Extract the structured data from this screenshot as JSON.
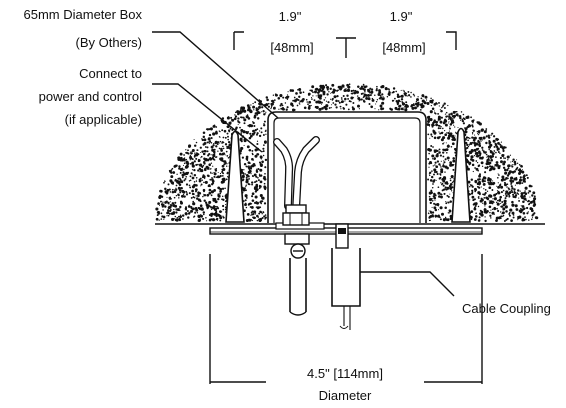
{
  "labels": {
    "box_line1": "65mm Diameter Box",
    "box_line2": "(By Others)",
    "connect_line1": "Connect to",
    "connect_line2": "power and control",
    "connect_line3": "(if applicable)",
    "dim_left_in": "1.9\"",
    "dim_left_mm": "[48mm]",
    "dim_right_in": "1.9\"",
    "dim_right_mm": "[48mm]",
    "cable_coupling": "Cable Coupling",
    "diameter_value": "4.5\" [114mm]",
    "diameter_word": "Diameter"
  },
  "colors": {
    "ink": "#111111",
    "paper": "#ffffff"
  }
}
